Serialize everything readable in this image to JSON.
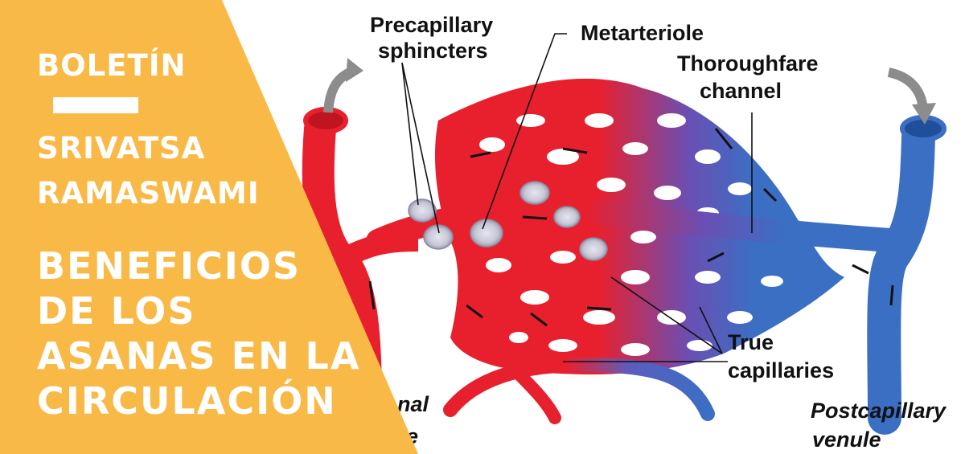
{
  "banner": {
    "kicker": "BOLETÍN",
    "author_line1": "SRIVATSA",
    "author_line2": "RAMASWAMI",
    "title_lines": [
      "BENEFICIOS",
      "DE LOS",
      "ASANAS EN LA",
      "CIRCULACIÓN"
    ],
    "background_color": "#F9B947",
    "text_color": "#FFFFFF"
  },
  "diagram": {
    "labels": {
      "precapillary_line1": "Precapillary",
      "precapillary_line2": "sphincters",
      "metarteriole": "Metarteriole",
      "thoroughfare_line1": "Thoroughfare",
      "thoroughfare_line2": "channel",
      "true_line1": "True",
      "true_line2": "capillaries",
      "terminal_arteriole_partial1": "nal",
      "terminal_arteriole_partial2": "e",
      "postcapillary_line1": "Postcapillary",
      "postcapillary_line2": "venule"
    },
    "colors": {
      "arterial": "#E8202E",
      "venous": "#3B6FC4",
      "sphincter": "#C8C8D8",
      "arrow": "#8C8C8C"
    }
  }
}
